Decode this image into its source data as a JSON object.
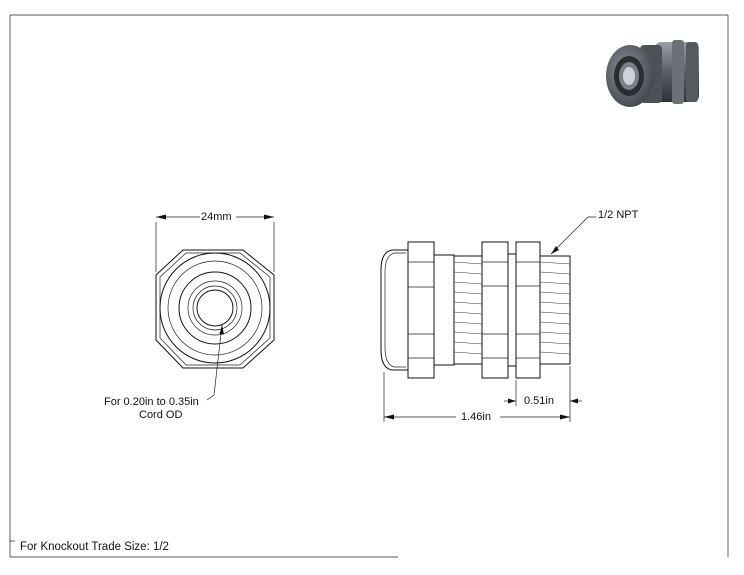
{
  "labels": {
    "width_dim": "24mm",
    "npt": "1/2 NPT",
    "cord_line1": "For 0.20in to 0.35in",
    "cord_line2": "Cord OD",
    "thread_len": "0.51in",
    "total_len": "1.46in",
    "footer": "For Knockout Trade Size: 1/2"
  }
}
